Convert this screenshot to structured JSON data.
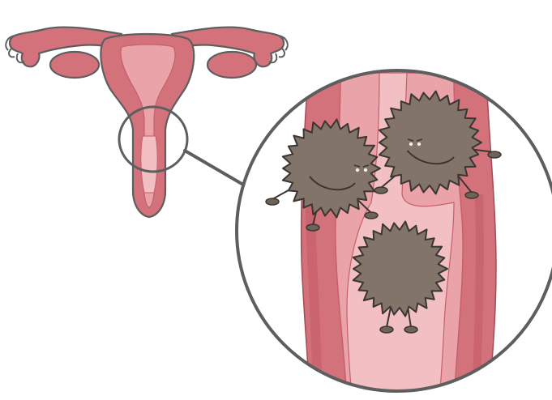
{
  "colors": {
    "background": "#ffffff",
    "uterus_outer": "#d4727c",
    "uterus_mid": "#c65f6b",
    "uterus_inner": "#eaa3a8",
    "uterus_canal": "#f2c0c2",
    "outline": "#5e5e5e",
    "germ_body": "#827468",
    "germ_outline": "#3b3633",
    "germ_feet": "#6e6259"
  },
  "figure": {
    "subject": "uterus-and-cervix",
    "magnified_region": "cervix",
    "germ_count": 3,
    "icons": [
      "uterus-icon",
      "magnifier-circle-icon",
      "germ-icon"
    ]
  }
}
